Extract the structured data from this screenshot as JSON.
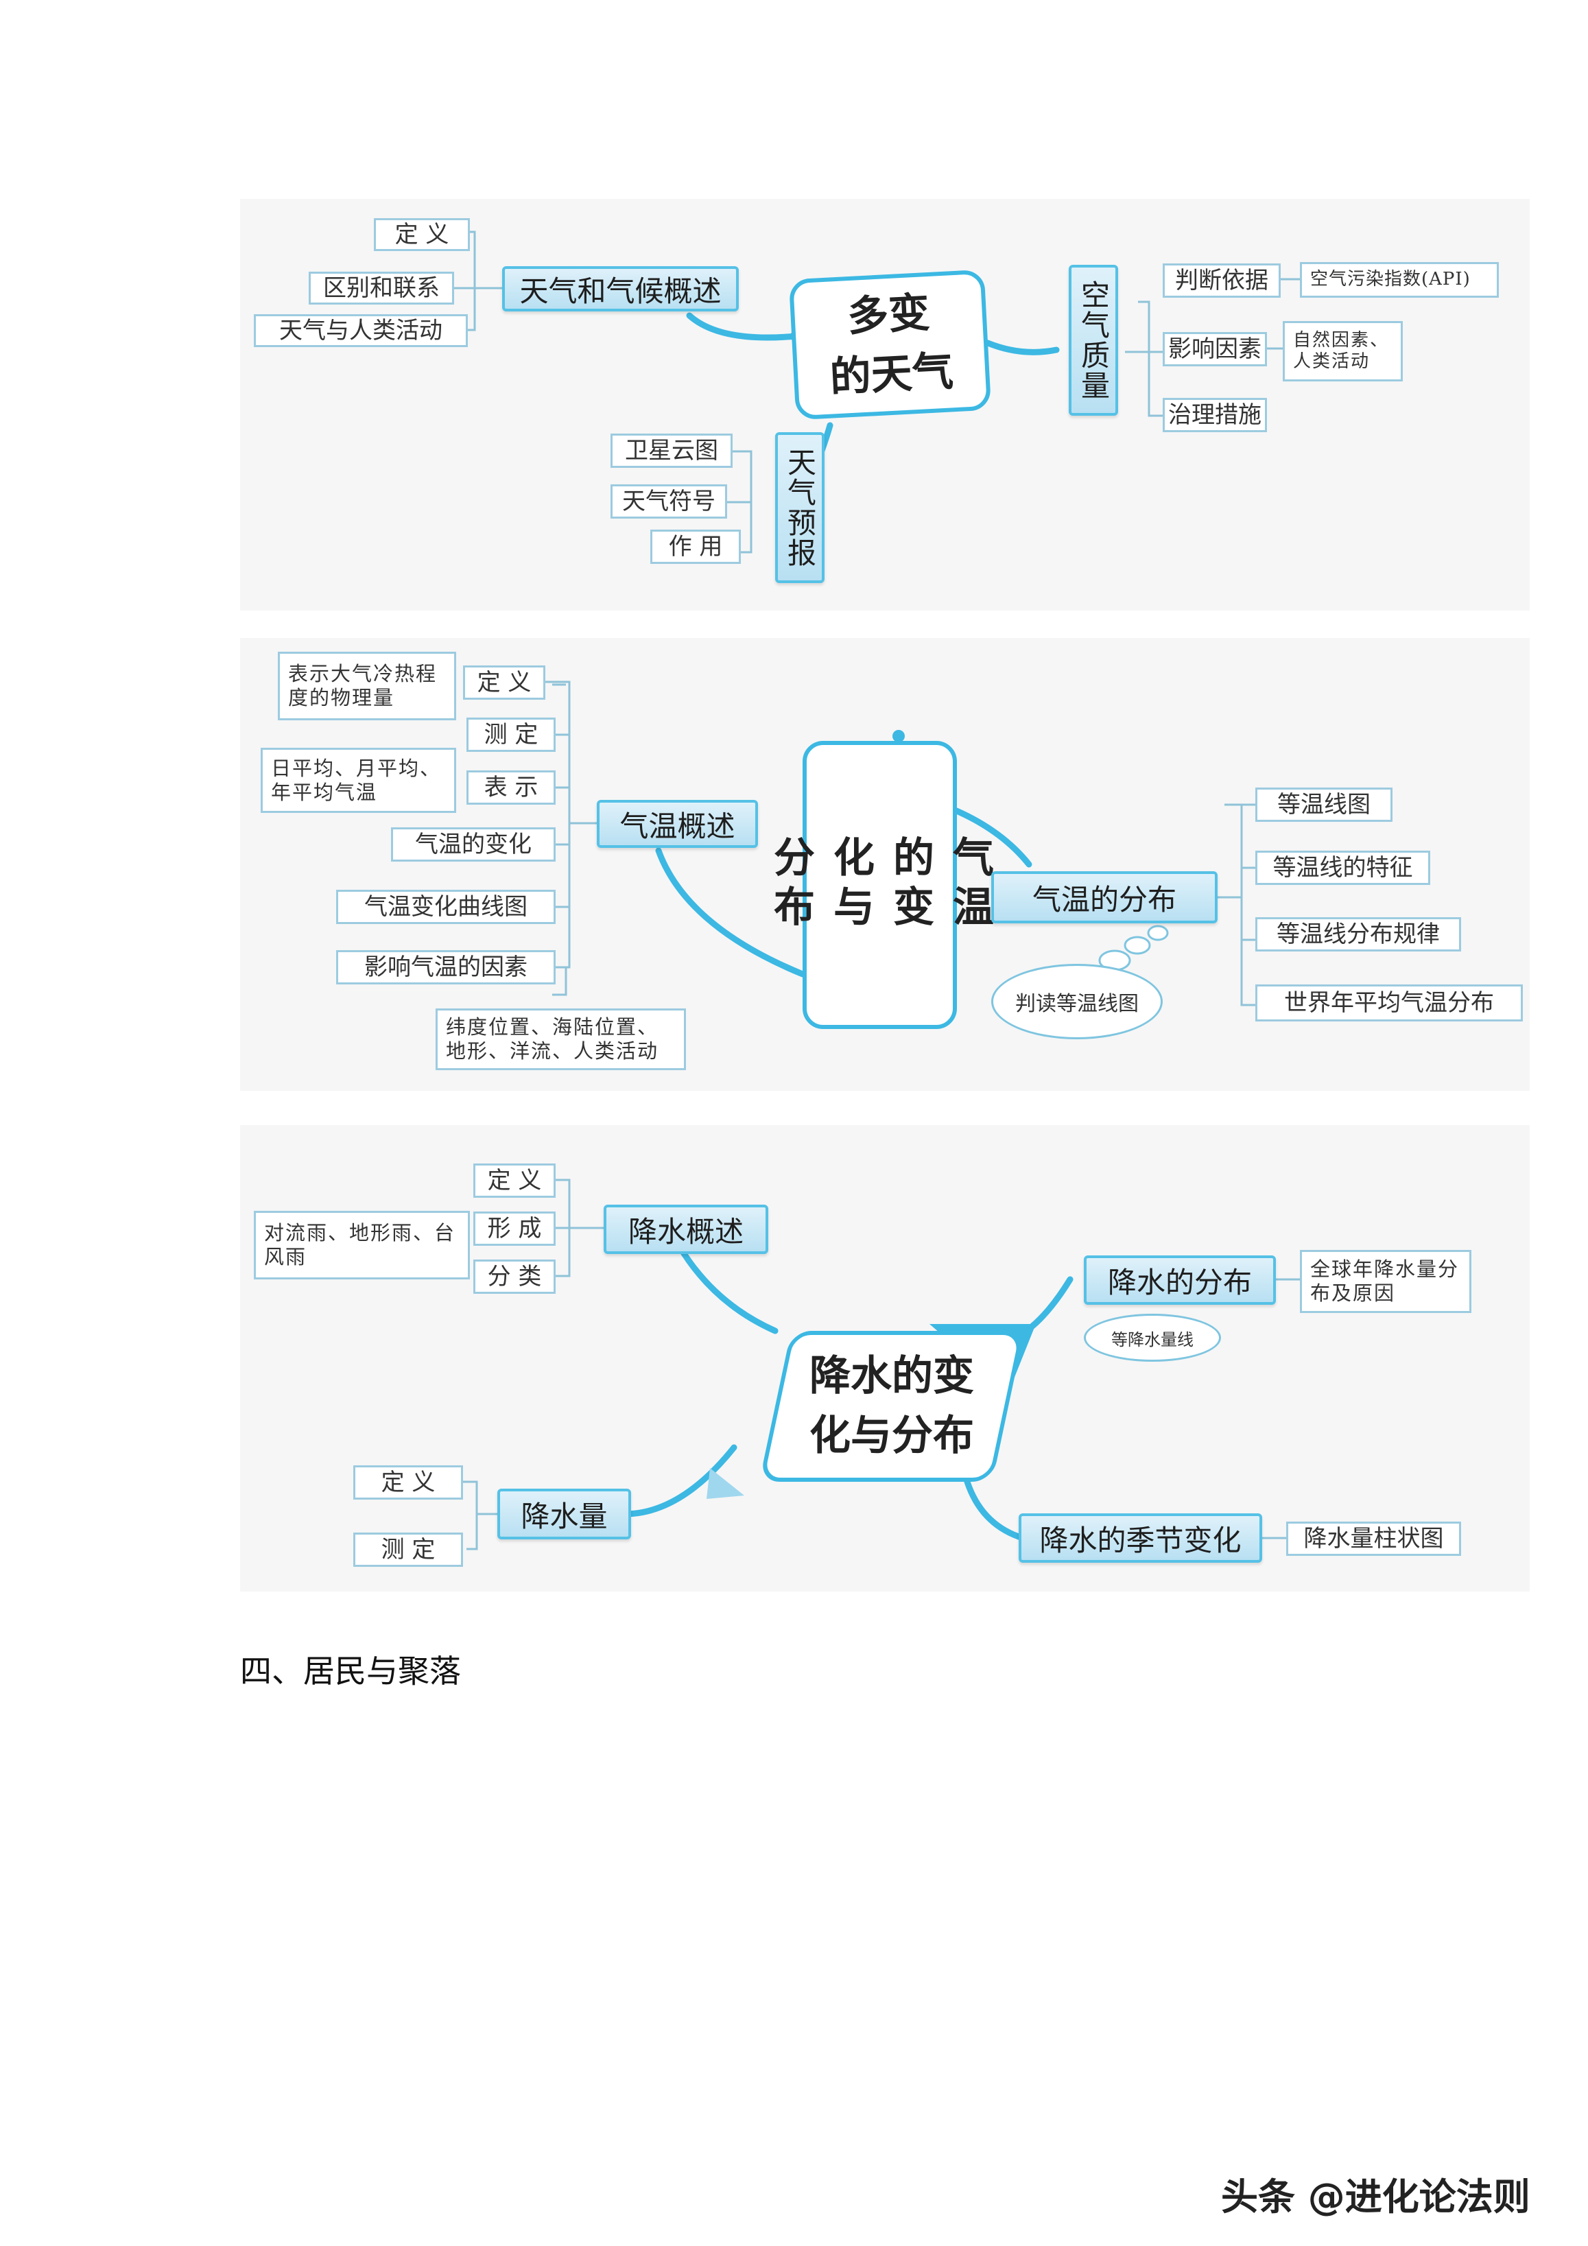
{
  "weather": {
    "core": [
      "多变",
      "的天气"
    ],
    "overview": {
      "label": "天气和气候概述",
      "items": [
        "定 义",
        "区别和联系",
        "天气与人类活动"
      ]
    },
    "air_quality": {
      "label": "空气质量",
      "items": [
        "判断依据",
        "影响因素",
        "治理措施"
      ],
      "notes": [
        "空气污染指数(API)",
        "自然因素、人类活动"
      ]
    },
    "forecast": {
      "label": "天气预报",
      "items": [
        "卫星云图",
        "天气符号",
        "作 用"
      ]
    }
  },
  "temperature": {
    "core": [
      "气温",
      "的变",
      "化与",
      "分布"
    ],
    "overview": {
      "label": "气温概述",
      "items": [
        "定 义",
        "测 定",
        "表 示",
        "气温的变化",
        "气温变化曲线图",
        "影响气温的因素"
      ]
    },
    "notes": {
      "definition": "表示大气冷热程度的物理量",
      "representation": "日平均、月平均、年平均气温",
      "factors": "纬度位置、海陆位置、地形、洋流、人类活动"
    },
    "distribution": {
      "label": "气温的分布",
      "items": [
        "等温线图",
        "等温线的特征",
        "等温线分布规律",
        "世界年平均气温分布"
      ]
    },
    "bubble": "判读等温线图"
  },
  "precipitation": {
    "core": [
      "降水的变",
      "化与分布"
    ],
    "overview": {
      "label": "降水概述",
      "items": [
        "定 义",
        "形 成",
        "分 类"
      ]
    },
    "type_note": "对流雨、地形雨、台风雨",
    "distribution": {
      "label": "降水的分布",
      "note": "全球年降水量分布及原因",
      "bubble": "等降水量线"
    },
    "amount": {
      "label": "降水量",
      "items": [
        "定 义",
        "测 定"
      ]
    },
    "seasonal": {
      "label": "降水的季节变化",
      "items": [
        "降水量柱状图"
      ]
    }
  },
  "section_heading": "四、居民与聚落",
  "watermark": "头条 @进化论法则",
  "colors": {
    "accent": "#3cb8e3",
    "hub_fill": "#c4e6f5",
    "box_border": "#9ccbe0",
    "line": "#8fc3d8",
    "panel": "#f6f6f6"
  }
}
